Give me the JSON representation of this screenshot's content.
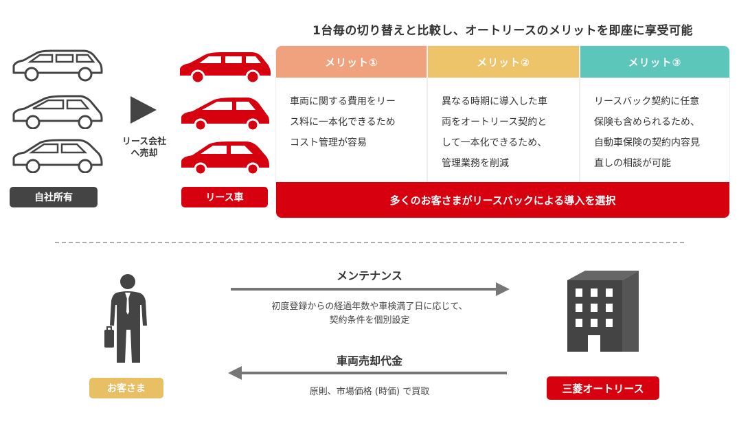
{
  "headline": "1台毎の切り替えと比較し、オートリースのメリットを即座に享受可能",
  "left_panel": {
    "own_label": "自社所有",
    "transfer_label_line1": "リース会社",
    "transfer_label_line2": "へ売却",
    "lease_label": "リース車"
  },
  "merits": [
    {
      "title": "メリット①",
      "color": "#f0a27e",
      "lines": [
        "車両に関する費用をリー",
        "ス料に一本化できるため",
        "コスト管理が容易"
      ]
    },
    {
      "title": "メリット②",
      "color": "#eec46a",
      "lines": [
        "異なる時期に導入した車",
        "両をオートリース契約と",
        "して一本化できるため、",
        "管理業務を削減"
      ]
    },
    {
      "title": "メリット③",
      "color": "#5cc6bb",
      "lines": [
        "リースバック契約に任意",
        "保険も含められるため、",
        "自動車保険の契約内容見",
        "直しの相談が可能"
      ]
    }
  ],
  "merit_footer": "多くのお客さまがリースバックによる導入を選択",
  "flows": {
    "maintenance_title": "メンテナンス",
    "maintenance_desc_line1": "初度登録からの経過年数や車検満了日に応じて、",
    "maintenance_desc_line2": "契約条件を個別設定",
    "payment_title": "車両売却代金",
    "payment_desc": "原則、市場価格 (時価) で買取"
  },
  "customer_label": "お客さま",
  "company_label": "三菱オートリース",
  "colors": {
    "red": "#d7000f",
    "dark": "#444444",
    "gray_arrow": "#777777"
  }
}
